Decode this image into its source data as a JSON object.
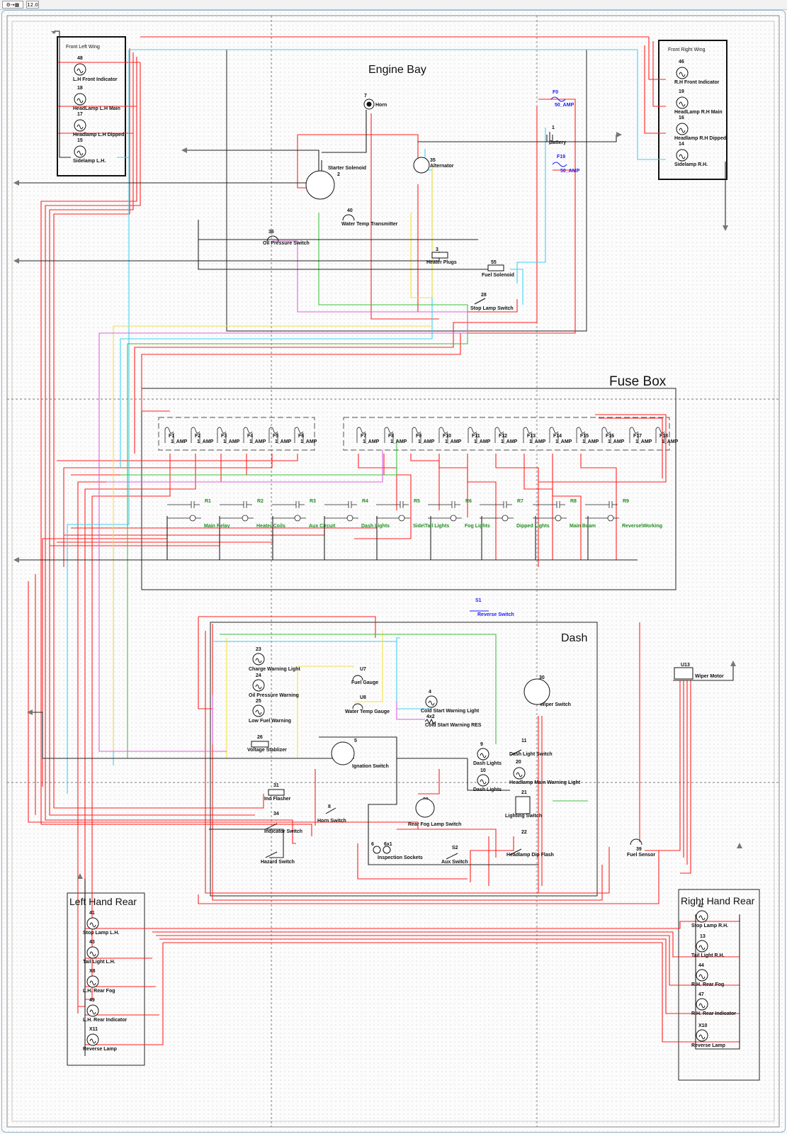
{
  "toolbar": {
    "zoom": "12.0"
  },
  "sections": {
    "front_left_wing": "Front Left Wing",
    "front_right_wing": "Front Right Wing",
    "engine_bay": "Engine Bay",
    "fuse_box": "Fuse Box",
    "dash": "Dash",
    "left_hand_rear": "Left Hand Rear",
    "right_hand_rear": "Right Hand Rear"
  },
  "components": {
    "c48": {
      "num": "48",
      "label": "L.H Front Indicator"
    },
    "c18": {
      "num": "18",
      "label": "HeadLamp L.H Main"
    },
    "c17": {
      "num": "17",
      "label": "Headlamp L.H Dipped"
    },
    "c15": {
      "num": "15",
      "label": "Sidelamp L.H."
    },
    "c46": {
      "num": "46",
      "label": "R.H Front Indicator"
    },
    "c19": {
      "num": "19",
      "label": "HeadLamp R.H Main"
    },
    "c16": {
      "num": "16",
      "label": "Headlamp R.H Dipped"
    },
    "c14": {
      "num": "14",
      "label": "Sidelamp R.H."
    },
    "c7": {
      "num": "7",
      "label": "Horn"
    },
    "c2": {
      "num": "2",
      "label": "Starter Solenoid"
    },
    "c35": {
      "num": "35",
      "label": "Alternator"
    },
    "c1": {
      "num": "1",
      "label": "Battery"
    },
    "f0": {
      "num": "F0",
      "label": "50_AMP"
    },
    "f19": {
      "num": "F19",
      "label": "50_AMP"
    },
    "c40": {
      "num": "40",
      "label": "Water Temp Transmitter"
    },
    "c36": {
      "num": "36",
      "label": "Oil Pressure Switch"
    },
    "c3": {
      "num": "3",
      "label": "Heater Plugs"
    },
    "c55": {
      "num": "55",
      "label": "Fuel Solenoid"
    },
    "c28": {
      "num": "28",
      "label": "Stop Lamp Switch"
    },
    "s1": {
      "num": "S1",
      "label": "Reverse Switch"
    },
    "u13": {
      "num": "U13",
      "label": "Wiper Motor"
    },
    "c23": {
      "num": "23",
      "label": "Charge Warning Light"
    },
    "c24": {
      "num": "24",
      "label": "Oil Pressure Warning"
    },
    "c25": {
      "num": "25",
      "label": "Low Fuel Warning"
    },
    "c26": {
      "num": "26",
      "label": "Voltage Stablizer"
    },
    "u7": {
      "num": "U7",
      "label": "Fuel Gauge"
    },
    "u8": {
      "num": "U8",
      "label": "Water Temp Gauge"
    },
    "c4": {
      "num": "4",
      "label": "Cold Start Warning Light"
    },
    "c4x2": {
      "num": "4x2",
      "label": "Cold Start Warning RES"
    },
    "c30": {
      "num": "30",
      "label": "Wiper Switch"
    },
    "c5": {
      "num": "5",
      "label": "Ignation Switch"
    },
    "c9": {
      "num": "9",
      "label": "Dash Lights"
    },
    "c10": {
      "num": "10",
      "label": "Dash Lights"
    },
    "c11": {
      "num": "11",
      "label": "Dash Light Switch"
    },
    "c20": {
      "num": "20",
      "label": "Headlamp Main Warning Light"
    },
    "c21": {
      "num": "21",
      "label": "Lighting Switch"
    },
    "c22": {
      "num": "22",
      "label": "Headlamp Dip Flash"
    },
    "c31": {
      "num": "31",
      "label": "Ind Flasher"
    },
    "c8": {
      "num": "8",
      "label": "Horn Switch"
    },
    "c29": {
      "num": "29",
      "label": "Rear Fog Lamp Switch"
    },
    "c34": {
      "num": "34",
      "label": "Indicator Switch"
    },
    "hz": {
      "num": "",
      "label": "Hazard Switch"
    },
    "c6": {
      "num": "6",
      "label": "Inspection Sockets"
    },
    "c6x1": {
      "num": "6x1",
      "label": ""
    },
    "s2": {
      "num": "S2",
      "label": "Aux Switch"
    },
    "c39": {
      "num": "39",
      "label": "Fuel Sensor"
    },
    "c41": {
      "num": "41",
      "label": "Stop Lamp L.H."
    },
    "c43": {
      "num": "43",
      "label": "Tail Light L.H."
    },
    "x8": {
      "num": "X8",
      "label": "L.H. Rear Fog"
    },
    "c49": {
      "num": "49",
      "label": "L.H. Rear Indicator"
    },
    "x11": {
      "num": "X11",
      "label": "Reverse Lamp"
    },
    "c42": {
      "num": "42",
      "label": "Stop Lamp R.H."
    },
    "c13": {
      "num": "13",
      "label": "Tail Light R.H."
    },
    "c44": {
      "num": "44",
      "label": "R.H. Rear Fog"
    },
    "c47": {
      "num": "47",
      "label": "R.H. Rear Indicator"
    },
    "x10": {
      "num": "X10",
      "label": "Reverse Lamp"
    }
  },
  "fuses": [
    {
      "num": "F1",
      "rating": "1_AMP"
    },
    {
      "num": "F2",
      "rating": "1_AMP"
    },
    {
      "num": "F3",
      "rating": "1_AMP"
    },
    {
      "num": "F4",
      "rating": "1_AMP"
    },
    {
      "num": "F5",
      "rating": "1_AMP"
    },
    {
      "num": "F6",
      "rating": "1_AMP"
    },
    {
      "num": "F7",
      "rating": "1_AMP"
    },
    {
      "num": "F8",
      "rating": "1_AMP"
    },
    {
      "num": "F9",
      "rating": "1_AMP"
    },
    {
      "num": "F10",
      "rating": "1_AMP"
    },
    {
      "num": "F11",
      "rating": "1_AMP"
    },
    {
      "num": "F12",
      "rating": "1_AMP"
    },
    {
      "num": "F13",
      "rating": "1_AMP"
    },
    {
      "num": "F14",
      "rating": "1_AMP"
    },
    {
      "num": "F15",
      "rating": "1_AMP"
    },
    {
      "num": "F16",
      "rating": "1_AMP"
    },
    {
      "num": "F17",
      "rating": "1_AMP"
    },
    {
      "num": "F18",
      "rating": "1_AMP"
    }
  ],
  "relays": [
    {
      "num": "R1",
      "label": "Main Relay"
    },
    {
      "num": "R2",
      "label": "Heater Coils"
    },
    {
      "num": "R3",
      "label": "Aux Circuit"
    },
    {
      "num": "R4",
      "label": "Dash Lights"
    },
    {
      "num": "R5",
      "label": "Side\\Tail Lights"
    },
    {
      "num": "R6",
      "label": "Fog Lights"
    },
    {
      "num": "R7",
      "label": "Dipped Lights"
    },
    {
      "num": "R8",
      "label": "Main Beam"
    },
    {
      "num": "R9",
      "label": "Reverse\\Working"
    }
  ],
  "colors": {
    "power": "#ff2020",
    "sensor_cyan": "#3fd0f0",
    "sensor_yellow": "#f0e040",
    "sensor_green": "#40c040",
    "sensor_magenta": "#e060e0",
    "ground": "#222222",
    "relay_label": "#228b22",
    "main_fuse_label": "#1a1aff"
  }
}
